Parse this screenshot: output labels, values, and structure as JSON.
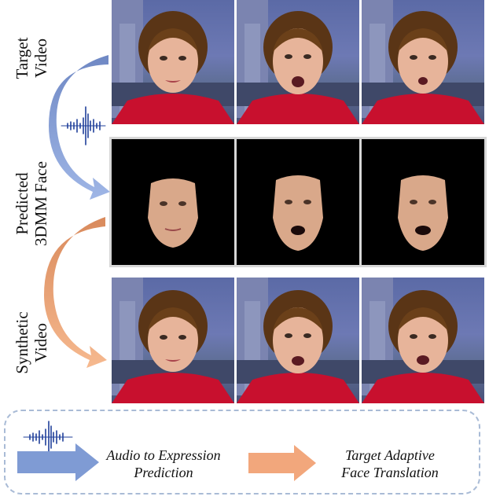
{
  "rows": {
    "target": {
      "line1": "Target",
      "line2": "Video"
    },
    "predicted": {
      "line1": "Predicted",
      "line2": "3DMM Face"
    },
    "synthetic": {
      "line1": "Synthetic",
      "line2": "Video"
    }
  },
  "legend": {
    "audio_to_expression": {
      "line1": "Audio to Expression",
      "line2": "Prediction"
    },
    "face_translation": {
      "line1": "Target Adaptive",
      "line2": "Face Translation"
    }
  },
  "colors": {
    "blue_arrow": "#7f9bd4",
    "orange_arrow": "#f2a77c",
    "waveform": "#1f3f9a",
    "legend_border": "#a9bbd6"
  },
  "icons": [
    "waveform-icon",
    "blue-arrow-icon",
    "orange-arrow-icon"
  ]
}
